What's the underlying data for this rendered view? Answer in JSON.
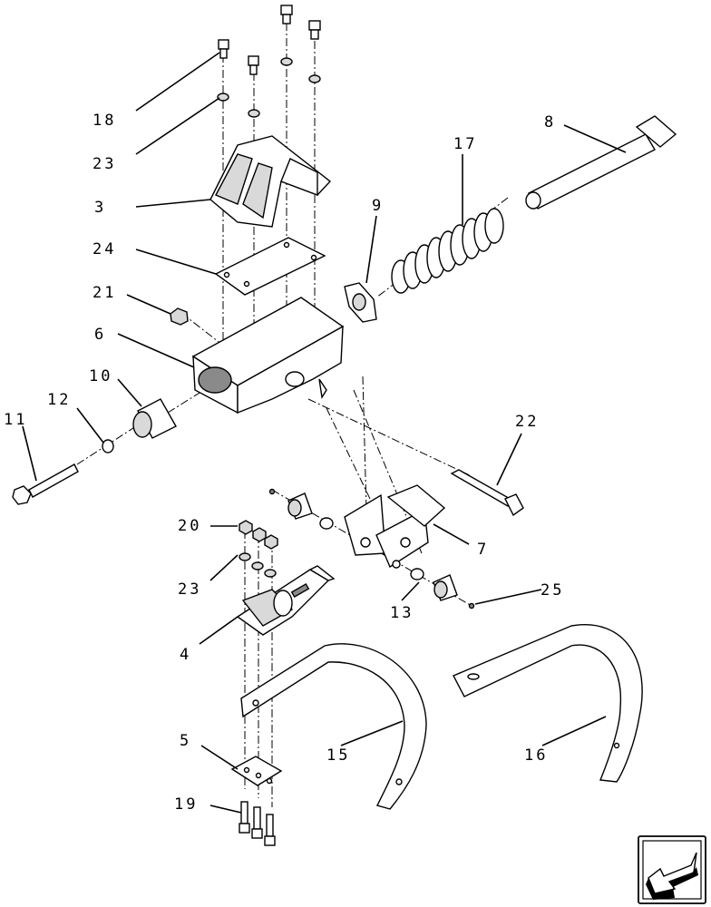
{
  "callouts": [
    {
      "id": "c18",
      "text": "18"
    },
    {
      "id": "c23a",
      "text": "23"
    },
    {
      "id": "c3",
      "text": "3"
    },
    {
      "id": "c24",
      "text": "24"
    },
    {
      "id": "c21",
      "text": "21"
    },
    {
      "id": "c6",
      "text": "6"
    },
    {
      "id": "c10",
      "text": "10"
    },
    {
      "id": "c12",
      "text": "12"
    },
    {
      "id": "c11",
      "text": "11"
    },
    {
      "id": "c17",
      "text": "17"
    },
    {
      "id": "c8",
      "text": "8"
    },
    {
      "id": "c9",
      "text": "9"
    },
    {
      "id": "c22",
      "text": "22"
    },
    {
      "id": "c20",
      "text": "20"
    },
    {
      "id": "c23b",
      "text": "23"
    },
    {
      "id": "c7",
      "text": "7"
    },
    {
      "id": "c25",
      "text": "25"
    },
    {
      "id": "c13",
      "text": "13"
    },
    {
      "id": "c4",
      "text": "4"
    },
    {
      "id": "c5",
      "text": "5"
    },
    {
      "id": "c15",
      "text": "15"
    },
    {
      "id": "c16",
      "text": "16"
    },
    {
      "id": "c19",
      "text": "19"
    }
  ],
  "nav_icon": "arrow-down-left-icon"
}
